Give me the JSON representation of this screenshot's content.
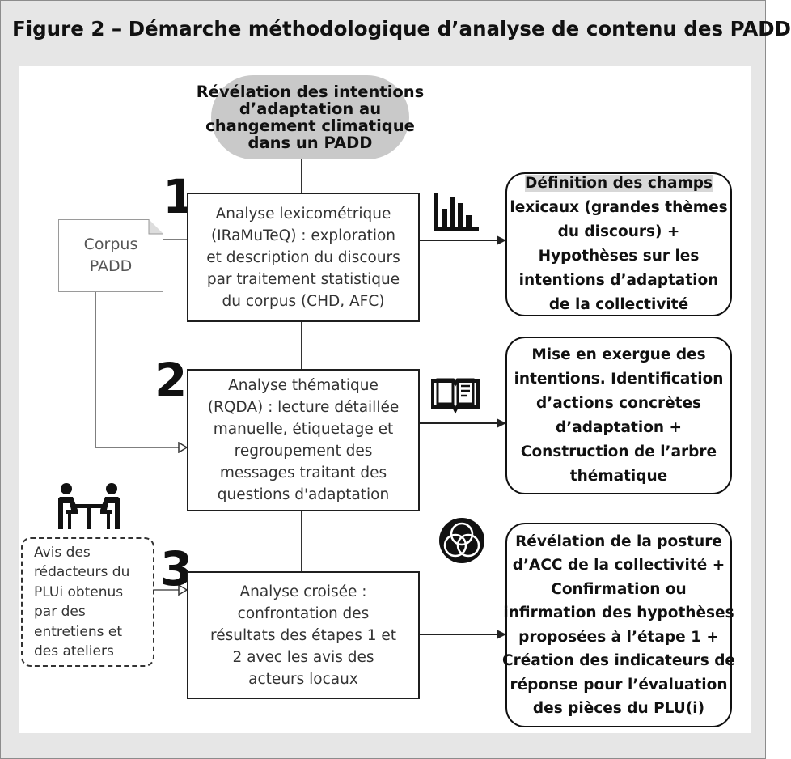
{
  "figure": {
    "title": "Figure 2 – Démarche méthodologique d’analyse de contenu des PADD"
  },
  "start_node": {
    "lines": [
      "Révélation des intentions",
      "d’adaptation au",
      "changement climatique",
      "dans un PADD"
    ]
  },
  "corpus": {
    "lines": [
      "Corpus",
      "PADD"
    ]
  },
  "stakeholder_input": {
    "lines": [
      "Avis des",
      "rédacteurs du",
      "PLUi obtenus",
      "par des",
      "entretiens et",
      "des ateliers"
    ]
  },
  "steps": [
    {
      "number": "1",
      "icon": "bar-chart-icon",
      "process_lines": [
        "Analyse lexicométrique",
        "(IRaMuTeQ) : exploration",
        "et description du discours",
        "par traitement statistique",
        "du corpus (CHD, AFC)"
      ],
      "result_lines": [
        "Définition des champs",
        "lexicaux (grandes thèmes",
        "du discours) +",
        "Hypothèses sur les",
        "intentions d’adaptation",
        "de la collectivité"
      ]
    },
    {
      "number": "2",
      "icon": "open-book-icon",
      "process_lines": [
        "Analyse thématique",
        "(RQDA) : lecture détaillée",
        "manuelle, étiquetage et",
        "regroupement des",
        "messages traitant des",
        "questions d'adaptation"
      ],
      "result_lines": [
        "Mise en exergue des",
        "intentions. Identification",
        "d’actions concrètes",
        "d’adaptation +",
        "Construction de l’arbre",
        "thématique"
      ]
    },
    {
      "number": "3",
      "icon": "venn-diagram-icon",
      "process_lines": [
        "Analyse croisée :",
        "confrontation des",
        "résultats des étapes 1 et",
        "2 avec les avis des",
        "acteurs locaux"
      ],
      "result_lines": [
        "Révélation de la posture",
        "d’ACC de la collectivité +",
        "Confirmation ou",
        "infirmation des hypothèses",
        "proposées à l’étape 1 +",
        "Création des indicateurs de",
        "réponse pour l’évaluation",
        "des pièces du PLU(i)"
      ]
    }
  ],
  "meeting_icon": "meeting-icon"
}
